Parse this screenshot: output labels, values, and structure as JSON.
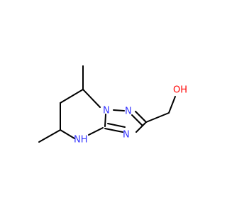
{
  "molecule": {
    "atoms": {
      "n1": {
        "label": "N",
        "color": "#3333ff"
      },
      "n2": {
        "label": "N",
        "color": "#3333ff"
      },
      "n3": {
        "label": "N",
        "color": "#3333ff"
      },
      "nh": {
        "label": "NH",
        "color": "#3333ff"
      },
      "oh": {
        "label": "OH",
        "color": "#ff0000"
      }
    },
    "bond_color": "#000000",
    "background": "#ffffff"
  }
}
